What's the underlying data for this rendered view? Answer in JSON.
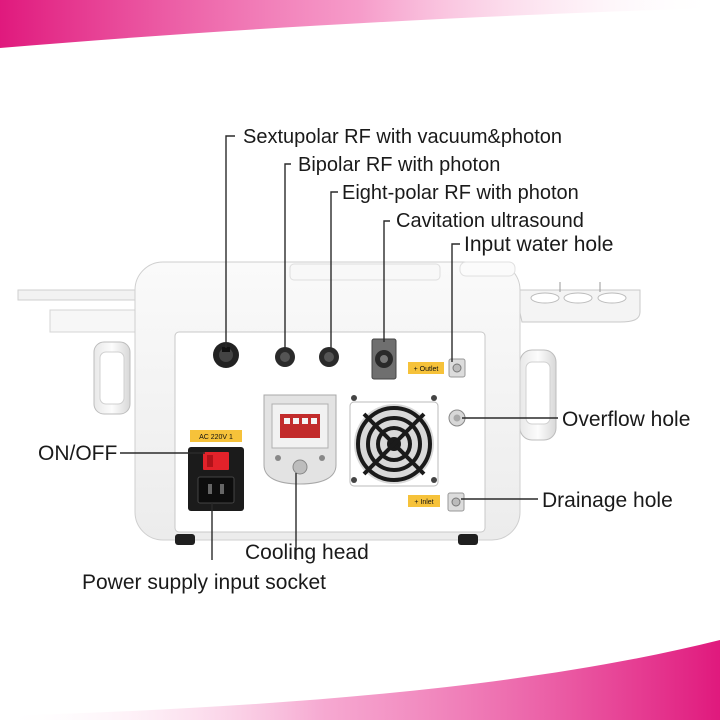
{
  "diagram": {
    "labels": {
      "sextupolar": "Sextupolar RF with vacuum&photon",
      "bipolar": "Bipolar RF with photon",
      "eight_polar": "Eight-polar RF with photon",
      "cavitation": "Cavitation ultrasound",
      "input_water": "Input water hole",
      "overflow": "Overflow hole",
      "on_off": "ON/OFF",
      "drainage": "Drainage hole",
      "cooling_head": "Cooling head",
      "power_socket": "Power supply input socket"
    },
    "device_text": {
      "outlet": "+ Outlet",
      "inlet": "+ Inlet",
      "voltage": "AC 220V 1"
    }
  },
  "colors": {
    "accent": "#e0197d",
    "device_body": "#f4f4f4",
    "panel": "#ffffff",
    "leader_line": "#2a2a2a",
    "label_tag": "#f6c23a"
  }
}
